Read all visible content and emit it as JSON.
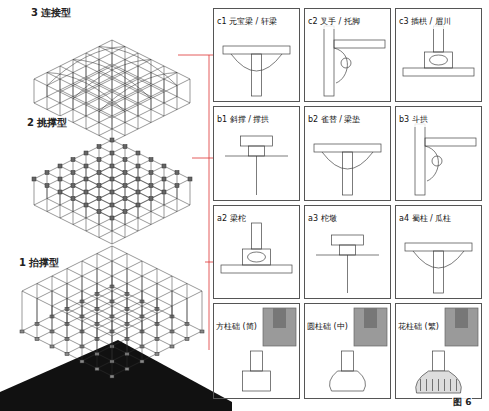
{
  "diagram": {
    "nodes": [
      {
        "text": [
          "c1 元宝梁 / 轩梁"
        ]
      },
      {
        "text": [
          "c2 叉手 / 托脚"
        ]
      },
      {
        "text": [
          "c3 插栱 / 眉川"
        ]
      },
      {
        "text": [
          "b1 斜撑 / 撑拱"
        ]
      },
      {
        "text": [
          "b2 雀替 / 梁垫"
        ]
      },
      {
        "text": [
          "b3 斗拱"
        ]
      },
      {
        "text": [
          "a2 梁柁"
        ]
      },
      {
        "text": [
          "a3 柁墩"
        ]
      },
      {
        "text": [
          "a4 蜀柱 / 瓜柱"
        ]
      },
      {
        "text": [
          "方柱础 (简)"
        ]
      },
      {
        "text": [
          "圆柱础 (中)"
        ]
      },
      {
        "text": [
          "花柱础 (繁)"
        ]
      }
    ],
    "labels": [
      "3 连接型",
      "2 挑撑型",
      "1 抬撑型",
      "图 6"
    ]
  }
}
